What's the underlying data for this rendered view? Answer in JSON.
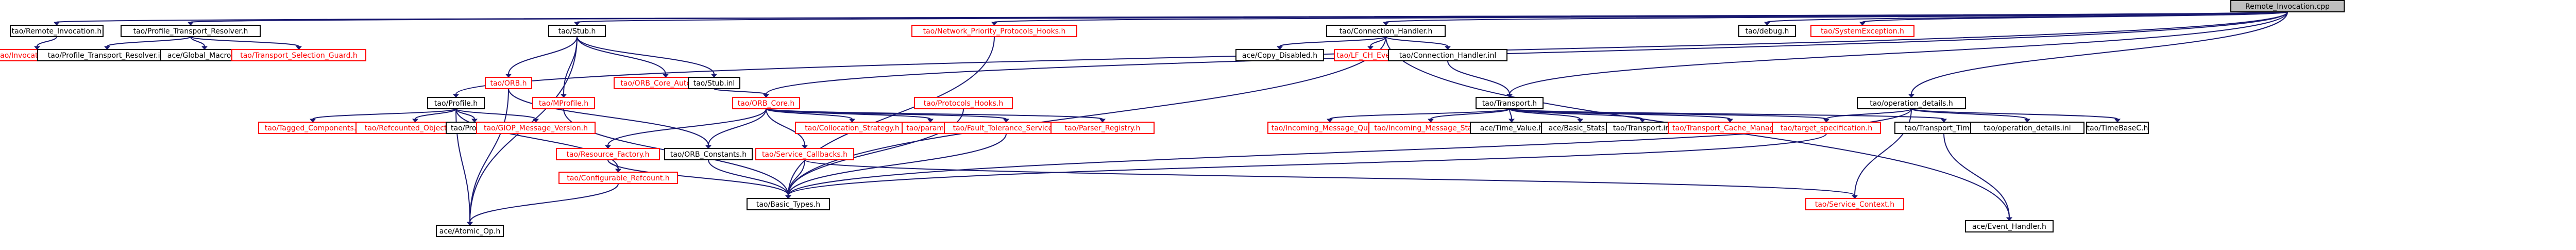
{
  "graph": {
    "edge_color": "#191970",
    "missing_color": "#ff0000",
    "root_fill": "#bfbfbf",
    "nodes": [
      {
        "id": "root",
        "label": "Remote_Invocation.cpp",
        "kind": "root"
      },
      {
        "id": "remote_invocation",
        "label": "tao/Remote_Invocation.h",
        "kind": "normal"
      },
      {
        "id": "profile_transport_resolver",
        "label": "tao/Profile_Transport_Resolver.h",
        "kind": "normal"
      },
      {
        "id": "stub_h",
        "label": "tao/Stub.h",
        "kind": "normal"
      },
      {
        "id": "network_priority",
        "label": "tao/Network_Priority_Protocols_Hooks.h",
        "kind": "missing"
      },
      {
        "id": "connection_handler_h",
        "label": "tao/Connection_Handler.h",
        "kind": "normal"
      },
      {
        "id": "debug",
        "label": "tao/debug.h",
        "kind": "normal"
      },
      {
        "id": "system_exception",
        "label": "tao/SystemException.h",
        "kind": "missing"
      },
      {
        "id": "invocation_base",
        "label": "tao/Invocation_Base.h",
        "kind": "missing"
      },
      {
        "id": "profile_transport_resolver_inl",
        "label": "tao/Profile_Transport_Resolver.inl",
        "kind": "normal"
      },
      {
        "id": "global_macros",
        "label": "ace/Global_Macros.h",
        "kind": "normal"
      },
      {
        "id": "transport_selection_guard",
        "label": "tao/Transport_Selection_Guard.h",
        "kind": "missing"
      },
      {
        "id": "orb_h",
        "label": "tao/ORB.h",
        "kind": "missing"
      },
      {
        "id": "orb_core_auto_ptr",
        "label": "tao/ORB_Core_Auto_Ptr.h",
        "kind": "missing"
      },
      {
        "id": "mprofile",
        "label": "tao/MProfile.h",
        "kind": "missing"
      },
      {
        "id": "stub_inl",
        "label": "tao/Stub.inl",
        "kind": "normal"
      },
      {
        "id": "protocols_hooks",
        "label": "tao/Protocols_Hooks.h",
        "kind": "missing"
      },
      {
        "id": "copy_disabled",
        "label": "ace/Copy_Disabled.h",
        "kind": "normal"
      },
      {
        "id": "lf_ch_event",
        "label": "tao/LF_CH_Event.h",
        "kind": "missing"
      },
      {
        "id": "connection_handler_inl",
        "label": "tao/Connection_Handler.inl",
        "kind": "normal"
      },
      {
        "id": "operation_details_h",
        "label": "tao/operation_details.h",
        "kind": "normal"
      },
      {
        "id": "profile_h",
        "label": "tao/Profile.h",
        "kind": "normal"
      },
      {
        "id": "orb_core",
        "label": "tao/ORB_Core.h",
        "kind": "missing"
      },
      {
        "id": "transport_h",
        "label": "tao/Transport.h",
        "kind": "normal"
      },
      {
        "id": "tagged_components",
        "label": "tao/Tagged_Components.h",
        "kind": "missing"
      },
      {
        "id": "refcounted_objectkey",
        "label": "tao/Refcounted_ObjectKey.h",
        "kind": "missing"
      },
      {
        "id": "profile_inl",
        "label": "tao/Profile.inl",
        "kind": "normal"
      },
      {
        "id": "giop_message_version",
        "label": "tao/GIOP_Message_Version.h",
        "kind": "missing"
      },
      {
        "id": "resource_factory",
        "label": "tao/Resource_Factory.h",
        "kind": "missing"
      },
      {
        "id": "orb_constants",
        "label": "tao/ORB_Constants.h",
        "kind": "normal"
      },
      {
        "id": "service_callbacks",
        "label": "tao/Service_Callbacks.h",
        "kind": "missing"
      },
      {
        "id": "collocation_strategy",
        "label": "tao/Collocation_Strategy.h",
        "kind": "missing"
      },
      {
        "id": "params",
        "label": "tao/params.h",
        "kind": "missing"
      },
      {
        "id": "fault_tolerance_service",
        "label": "tao/Fault_Tolerance_Service.h",
        "kind": "missing"
      },
      {
        "id": "parser_registry",
        "label": "tao/Parser_Registry.h",
        "kind": "missing"
      },
      {
        "id": "incoming_message_queue",
        "label": "tao/Incoming_Message_Queue.h",
        "kind": "missing"
      },
      {
        "id": "incoming_message_stack",
        "label": "tao/Incoming_Message_Stack.h",
        "kind": "missing"
      },
      {
        "id": "time_value",
        "label": "ace/Time_Value.h",
        "kind": "normal"
      },
      {
        "id": "basic_stats",
        "label": "ace/Basic_Stats.h",
        "kind": "normal"
      },
      {
        "id": "transport_inl",
        "label": "tao/Transport.inl",
        "kind": "normal"
      },
      {
        "id": "transport_cache_manager",
        "label": "tao/Transport_Cache_Manager.h",
        "kind": "missing"
      },
      {
        "id": "target_specification",
        "label": "tao/target_specification.h",
        "kind": "missing"
      },
      {
        "id": "transport_timer",
        "label": "tao/Transport_Timer.h",
        "kind": "normal"
      },
      {
        "id": "operation_details_inl",
        "label": "tao/operation_details.inl",
        "kind": "normal"
      },
      {
        "id": "timebase_c",
        "label": "tao/TimeBaseC.h",
        "kind": "normal"
      },
      {
        "id": "configurable_refcount",
        "label": "tao/Configurable_Refcount.h",
        "kind": "missing"
      },
      {
        "id": "basic_types",
        "label": "tao/Basic_Types.h",
        "kind": "normal"
      },
      {
        "id": "service_context",
        "label": "tao/Service_Context.h",
        "kind": "missing"
      },
      {
        "id": "event_handler",
        "label": "ace/Event_Handler.h",
        "kind": "normal"
      },
      {
        "id": "atomic_op",
        "label": "ace/Atomic_Op.h",
        "kind": "normal"
      }
    ],
    "edges": [
      [
        "root",
        "remote_invocation"
      ],
      [
        "root",
        "profile_transport_resolver"
      ],
      [
        "root",
        "stub_h"
      ],
      [
        "root",
        "network_priority"
      ],
      [
        "root",
        "connection_handler_h"
      ],
      [
        "root",
        "debug"
      ],
      [
        "root",
        "system_exception"
      ],
      [
        "root",
        "profile_h"
      ],
      [
        "root",
        "orb_core"
      ],
      [
        "root",
        "transport_h"
      ],
      [
        "root",
        "operation_details_h"
      ],
      [
        "remote_invocation",
        "invocation_base"
      ],
      [
        "profile_transport_resolver",
        "profile_transport_resolver_inl"
      ],
      [
        "profile_transport_resolver",
        "global_macros"
      ],
      [
        "profile_transport_resolver",
        "transport_selection_guard"
      ],
      [
        "stub_h",
        "orb_h"
      ],
      [
        "stub_h",
        "orb_core_auto_ptr"
      ],
      [
        "stub_h",
        "mprofile"
      ],
      [
        "stub_h",
        "stub_inl"
      ],
      [
        "stub_h",
        "atomic_op"
      ],
      [
        "network_priority",
        "basic_types"
      ],
      [
        "protocols_hooks",
        "basic_types"
      ],
      [
        "connection_handler_h",
        "copy_disabled"
      ],
      [
        "connection_handler_h",
        "lf_ch_event"
      ],
      [
        "connection_handler_h",
        "connection_handler_inl"
      ],
      [
        "connection_handler_h",
        "basic_types"
      ],
      [
        "connection_handler_h",
        "event_handler"
      ],
      [
        "connection_handler_inl",
        "transport_h"
      ],
      [
        "stub_inl",
        "orb_core"
      ],
      [
        "orb_h",
        "orb_constants"
      ],
      [
        "orb_h",
        "atomic_op"
      ],
      [
        "mprofile",
        "basic_types"
      ],
      [
        "profile_h",
        "tagged_components"
      ],
      [
        "profile_h",
        "refcounted_objectkey"
      ],
      [
        "profile_h",
        "profile_inl"
      ],
      [
        "profile_h",
        "giop_message_version"
      ],
      [
        "profile_h",
        "configurable_refcount"
      ],
      [
        "profile_h",
        "atomic_op"
      ],
      [
        "orb_core",
        "resource_factory"
      ],
      [
        "orb_core",
        "orb_constants"
      ],
      [
        "orb_core",
        "service_callbacks"
      ],
      [
        "orb_core",
        "collocation_strategy"
      ],
      [
        "orb_core",
        "params"
      ],
      [
        "orb_core",
        "fault_tolerance_service"
      ],
      [
        "orb_core",
        "parser_registry"
      ],
      [
        "resource_factory",
        "basic_types"
      ],
      [
        "resource_factory",
        "configurable_refcount"
      ],
      [
        "service_callbacks",
        "basic_types"
      ],
      [
        "service_callbacks",
        "service_context"
      ],
      [
        "fault_tolerance_service",
        "basic_types"
      ],
      [
        "orb_constants",
        "basic_types"
      ],
      [
        "transport_h",
        "incoming_message_queue"
      ],
      [
        "transport_h",
        "incoming_message_stack"
      ],
      [
        "transport_h",
        "time_value"
      ],
      [
        "transport_h",
        "basic_stats"
      ],
      [
        "transport_h",
        "transport_inl"
      ],
      [
        "transport_h",
        "transport_cache_manager"
      ],
      [
        "transport_h",
        "target_specification"
      ],
      [
        "transport_h",
        "transport_timer"
      ],
      [
        "operation_details_h",
        "operation_details_inl"
      ],
      [
        "operation_details_h",
        "timebase_c"
      ],
      [
        "operation_details_h",
        "service_context"
      ],
      [
        "operation_details_h",
        "basic_types"
      ],
      [
        "operation_details_h",
        "target_specification"
      ],
      [
        "target_specification",
        "basic_types"
      ],
      [
        "transport_timer",
        "event_handler"
      ],
      [
        "configurable_refcount",
        "atomic_op"
      ]
    ]
  }
}
